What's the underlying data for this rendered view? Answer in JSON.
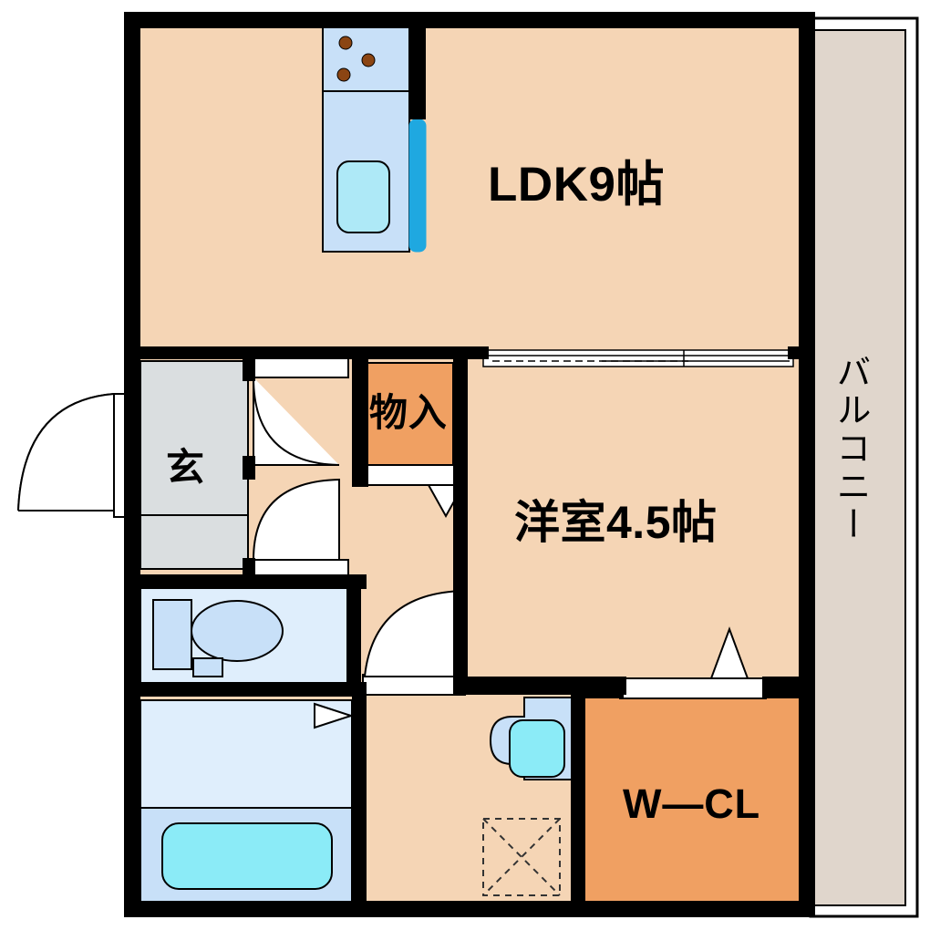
{
  "plan": {
    "title": "間取り図",
    "rooms": [
      {
        "key": "ldk",
        "label": "LDK9帖",
        "type": "living-dining-kitchen",
        "size_jo": 9
      },
      {
        "key": "bedroom",
        "label": "洋室4.5帖",
        "type": "western-room",
        "size_jo": 4.5
      },
      {
        "key": "wcl",
        "label": "W—CL",
        "type": "walk-in-closet"
      },
      {
        "key": "storage",
        "label": "物入",
        "type": "storage-closet"
      },
      {
        "key": "entrance",
        "label": "玄",
        "type": "entrance-genkan"
      },
      {
        "key": "balcony",
        "label": "バルコニー",
        "type": "balcony"
      }
    ],
    "fixtures": [
      {
        "key": "stove",
        "name": "gas-stove-3-burner"
      },
      {
        "key": "kitchen-sink",
        "name": "kitchen-sink"
      },
      {
        "key": "refrigerator-bar",
        "name": "kitchen-counter-edge"
      },
      {
        "key": "toilet",
        "name": "toilet-fixture"
      },
      {
        "key": "bathtub",
        "name": "bathtub"
      },
      {
        "key": "washbasin",
        "name": "vanity-washbasin"
      },
      {
        "key": "washer-space",
        "name": "washing-machine-space"
      }
    ],
    "colors": {
      "wall": "#000000",
      "floor": "#F5D5B5",
      "closet": "#F0A062",
      "water_area": "#C8E0F8",
      "water_area_light": "#DFEEFC",
      "fixture_fill": "#AEE9F7",
      "entrance_tile": "#DADEE0",
      "balcony": "#E0D6CC",
      "door_white": "#FFFFFF",
      "burner": "#8B4513",
      "counter_blue": "#1FA8E0"
    }
  }
}
